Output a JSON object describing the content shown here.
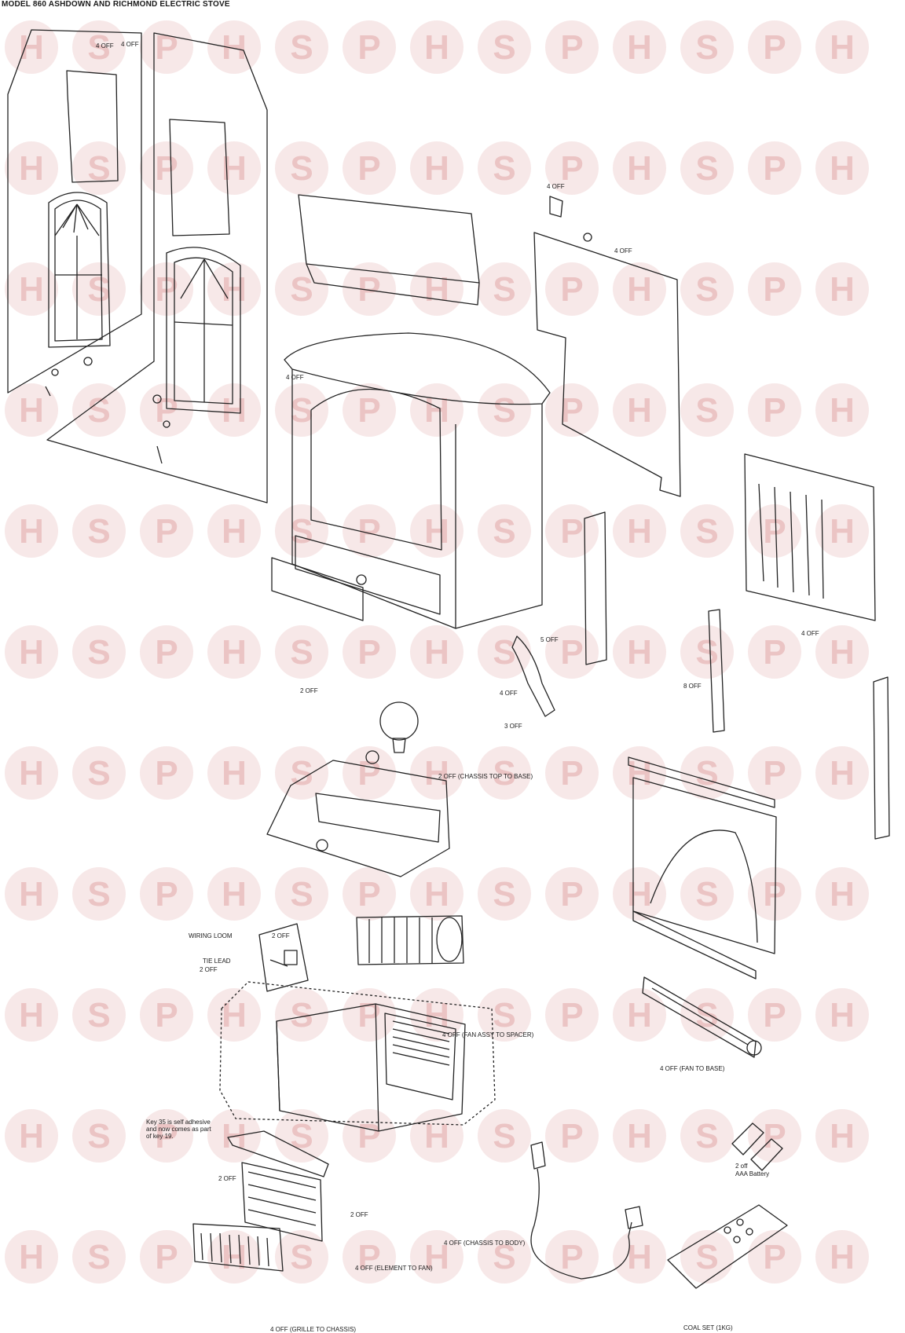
{
  "title": "MODEL 860 ASHDOWN AND RICHMOND ELECTRIC STOVE",
  "watermark": {
    "letters": [
      "H",
      "S",
      "P"
    ],
    "color": "#f0d6d6",
    "letter_color": "#e7b8b8"
  },
  "notes": {
    "four_off_a": "4 OFF",
    "four_off_b": "4 OFF",
    "four_off_c": "4 OFF",
    "four_off_d": "4 OFF",
    "four_off_e": "4 OFF",
    "four_off_f": "4 OFF",
    "four_off_g": "4 OFF",
    "two_off_a": "2 OFF",
    "two_off_b": "2 OFF",
    "two_off_c": "2 OFF",
    "two_off_d": "2 OFF",
    "two_off_e": "2 OFF",
    "three_off": "3 OFF",
    "five_off": "5 OFF",
    "eight_off": "8 OFF",
    "chassis_top": "2 OFF (CHASSIS TOP TO BASE)",
    "wiring_loom": "WIRING LOOM",
    "tie_lead": "TIE LEAD",
    "fan_assy": "4 OFF (FAN ASSY TO SPACER)",
    "fan_to_base": "4 OFF (FAN TO BASE)",
    "chassis_to_body": "4 OFF (CHASSIS TO BODY)",
    "element_to_fan": "4 OFF (ELEMENT TO FAN)",
    "grille_to_chassis": "4 OFF (GRILLE TO CHASSIS)",
    "coal_set": "COAL SET (1KG)",
    "battery_qty": "2 off",
    "battery": "AAA Battery",
    "key35": "Key 35 is self adhesive and now comes as part of key 19."
  }
}
